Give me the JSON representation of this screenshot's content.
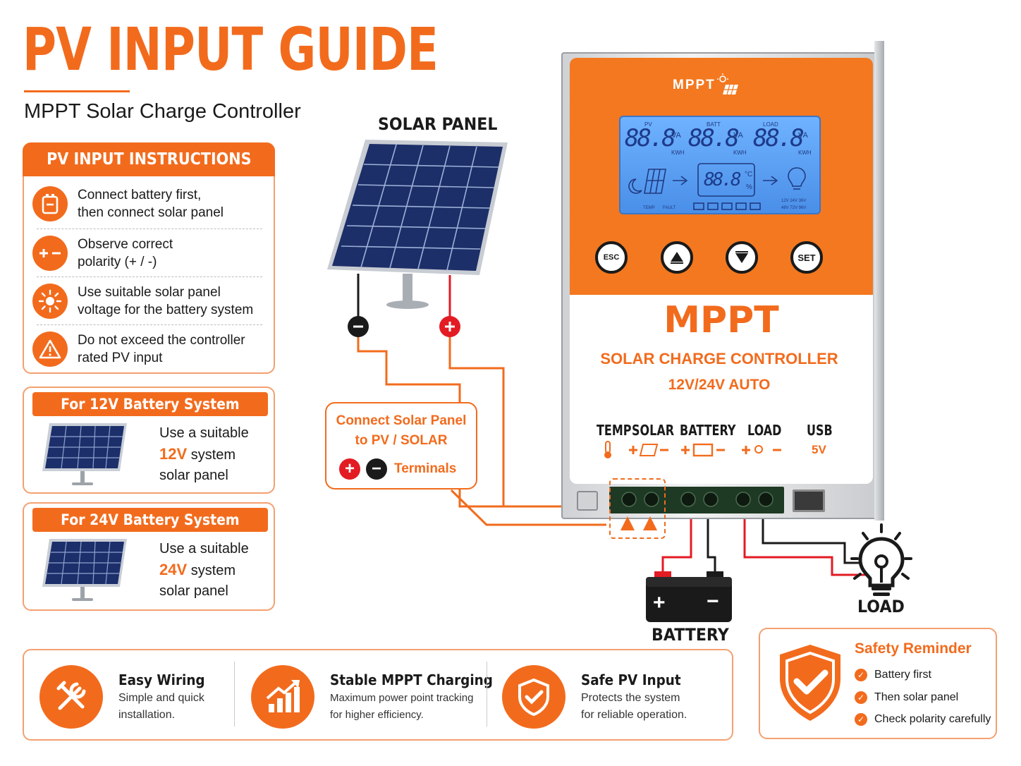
{
  "title": "PV INPUT GUIDE",
  "subtitle": "MPPT Solar Charge Controller",
  "instructions": {
    "heading": "PV INPUT INSTRUCTIONS",
    "items": [
      {
        "text1": "Connect battery first,",
        "text2": "then connect solar panel",
        "icon": "battery-icon"
      },
      {
        "text1": "Observe correct",
        "text2": "polarity (+ / -)",
        "icon": "polarity-icon"
      },
      {
        "text1": "Use suitable solar panel",
        "text2": "voltage for the battery system",
        "icon": "sun-icon"
      },
      {
        "text1": "Do not exceed the controller",
        "text2": "rated PV input",
        "icon": "warning-icon"
      }
    ]
  },
  "systems": [
    {
      "heading": "For 12V Battery System",
      "line1": "Use a suitable",
      "voltage": "12V",
      "line2": " system",
      "line3": "solar panel"
    },
    {
      "heading": "For 24V Battery System",
      "line1": "Use a suitable",
      "voltage": "24V",
      "line2": " system",
      "line3": "solar panel"
    }
  ],
  "solar_panel_label": "SOLAR PANEL",
  "polarity": {
    "negative": "−",
    "positive": "+"
  },
  "callout": {
    "line1": "Connect Solar Panel",
    "line2": "to PV / SOLAR",
    "line3": "Terminals"
  },
  "controller": {
    "logo": "MPPT",
    "lcd": {
      "pv_label": "PV",
      "batt_label": "BATT",
      "load_label": "LOAD",
      "digits": "88.8",
      "small_digits": "88.8",
      "unit_va": "VA",
      "unit_kwh": "KWH",
      "unit_c": "°C",
      "unit_pct": "%",
      "voltages1": "12V 24V 36V",
      "voltages2": "48V 72V 96V",
      "fault": "FAULT",
      "temp": "TEMP"
    },
    "buttons": {
      "esc": "ESC",
      "set": "SET"
    },
    "brand": "MPPT",
    "name": "SOLAR CHARGE CONTROLLER",
    "mode": "12V/24V AUTO",
    "terminals": {
      "temp": "TEMP",
      "solar": "SOLAR",
      "battery": "BATTERY",
      "load": "LOAD",
      "usb": "USB",
      "usb_v": "5V"
    }
  },
  "battery_label": "BATTERY",
  "battery_plus": "+",
  "battery_minus": "−",
  "load_label": "LOAD",
  "features": [
    {
      "title": "Easy Wiring",
      "line1": "Simple and quick",
      "line2": "installation.",
      "icon": "tools-icon"
    },
    {
      "title": "Stable MPPT Charging",
      "line1": "Maximum power point tracking",
      "line2": "for higher efficiency.",
      "icon": "chart-up-icon"
    },
    {
      "title": "Safe PV Input",
      "line1": "Protects the system",
      "line2": "for reliable operation.",
      "icon": "shield-check-icon"
    }
  ],
  "safety": {
    "title": "Safety Reminder",
    "items": [
      "Battery first",
      "Then solar panel",
      "Check polarity carefully"
    ]
  },
  "colors": {
    "accent": "#f26b1d",
    "lcd": "#5aa0f0",
    "dark": "#1a1a1a",
    "red": "#e31b23"
  }
}
